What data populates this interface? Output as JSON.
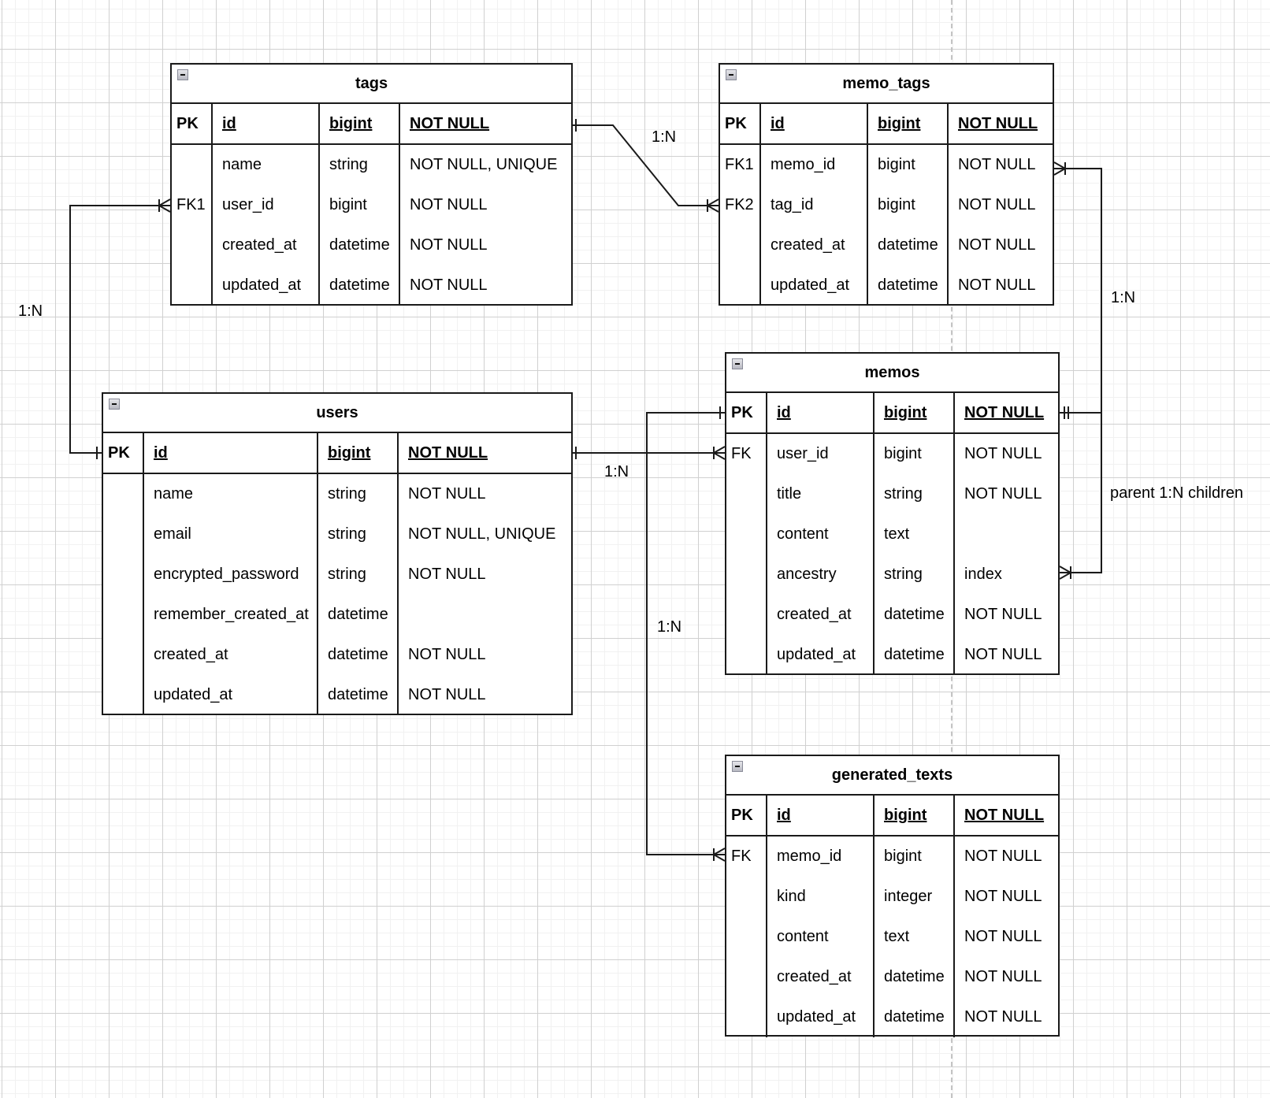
{
  "diagram": {
    "type": "entity-relationship",
    "entities": {
      "tags": {
        "title": "tags",
        "pk": {
          "key": "PK",
          "name": "id",
          "type": "bigint",
          "cons": "NOT NULL"
        },
        "rows": [
          {
            "key": "",
            "name": "name",
            "type": "string",
            "cons": "NOT NULL, UNIQUE"
          },
          {
            "key": "FK1",
            "name": "user_id",
            "type": "bigint",
            "cons": "NOT NULL"
          },
          {
            "key": "",
            "name": "created_at",
            "type": "datetime",
            "cons": "NOT NULL"
          },
          {
            "key": "",
            "name": "updated_at",
            "type": "datetime",
            "cons": "NOT NULL"
          }
        ]
      },
      "memo_tags": {
        "title": "memo_tags",
        "pk": {
          "key": "PK",
          "name": "id",
          "type": "bigint",
          "cons": "NOT NULL"
        },
        "rows": [
          {
            "key": "FK1",
            "name": "memo_id",
            "type": "bigint",
            "cons": "NOT NULL"
          },
          {
            "key": "FK2",
            "name": "tag_id",
            "type": "bigint",
            "cons": "NOT NULL"
          },
          {
            "key": "",
            "name": "created_at",
            "type": "datetime",
            "cons": "NOT NULL"
          },
          {
            "key": "",
            "name": "updated_at",
            "type": "datetime",
            "cons": "NOT NULL"
          }
        ]
      },
      "users": {
        "title": "users",
        "pk": {
          "key": "PK",
          "name": "id",
          "type": "bigint",
          "cons": "NOT NULL"
        },
        "rows": [
          {
            "key": "",
            "name": "name",
            "type": "string",
            "cons": "NOT NULL"
          },
          {
            "key": "",
            "name": "email",
            "type": "string",
            "cons": "NOT NULL, UNIQUE"
          },
          {
            "key": "",
            "name": "encrypted_password",
            "type": "string",
            "cons": "NOT NULL"
          },
          {
            "key": "",
            "name": "remember_created_at",
            "type": "datetime",
            "cons": ""
          },
          {
            "key": "",
            "name": "created_at",
            "type": "datetime",
            "cons": "NOT NULL"
          },
          {
            "key": "",
            "name": "updated_at",
            "type": "datetime",
            "cons": "NOT NULL"
          }
        ]
      },
      "memos": {
        "title": "memos",
        "pk": {
          "key": "PK",
          "name": "id",
          "type": "bigint",
          "cons": "NOT NULL"
        },
        "rows": [
          {
            "key": "FK",
            "name": "user_id",
            "type": "bigint",
            "cons": "NOT NULL"
          },
          {
            "key": "",
            "name": "title",
            "type": "string",
            "cons": "NOT NULL"
          },
          {
            "key": "",
            "name": "content",
            "type": "text",
            "cons": ""
          },
          {
            "key": "",
            "name": "ancestry",
            "type": "string",
            "cons": "index"
          },
          {
            "key": "",
            "name": "created_at",
            "type": "datetime",
            "cons": "NOT NULL"
          },
          {
            "key": "",
            "name": "updated_at",
            "type": "datetime",
            "cons": "NOT NULL"
          }
        ]
      },
      "generated_texts": {
        "title": "generated_texts",
        "pk": {
          "key": "PK",
          "name": "id",
          "type": "bigint",
          "cons": "NOT NULL"
        },
        "rows": [
          {
            "key": "FK",
            "name": "memo_id",
            "type": "bigint",
            "cons": "NOT NULL"
          },
          {
            "key": "",
            "name": "kind",
            "type": "integer",
            "cons": "NOT NULL"
          },
          {
            "key": "",
            "name": "content",
            "type": "text",
            "cons": "NOT NULL"
          },
          {
            "key": "",
            "name": "created_at",
            "type": "datetime",
            "cons": "NOT NULL"
          },
          {
            "key": "",
            "name": "updated_at",
            "type": "datetime",
            "cons": "NOT NULL"
          }
        ]
      }
    },
    "relationships": [
      {
        "from": "tags.id",
        "to": "memo_tags.tag_id",
        "label": "1:N"
      },
      {
        "from": "users.id",
        "to": "tags.user_id",
        "label": "1:N"
      },
      {
        "from": "users.id",
        "to": "memos.user_id",
        "label": "1:N"
      },
      {
        "from": "memos.id",
        "to": "memo_tags.memo_id",
        "label": "1:N"
      },
      {
        "from": "memos.id",
        "to": "memos.ancestry",
        "label": "parent 1:N children"
      },
      {
        "from": "memos.id",
        "to": "generated_texts.memo_id",
        "label": "1:N"
      }
    ]
  },
  "colors": {
    "line": "#1a1a1a",
    "grid_major": "#d0d0d0",
    "grid_minor": "#f1f1f1",
    "page_divider": "#c4c4c4"
  }
}
